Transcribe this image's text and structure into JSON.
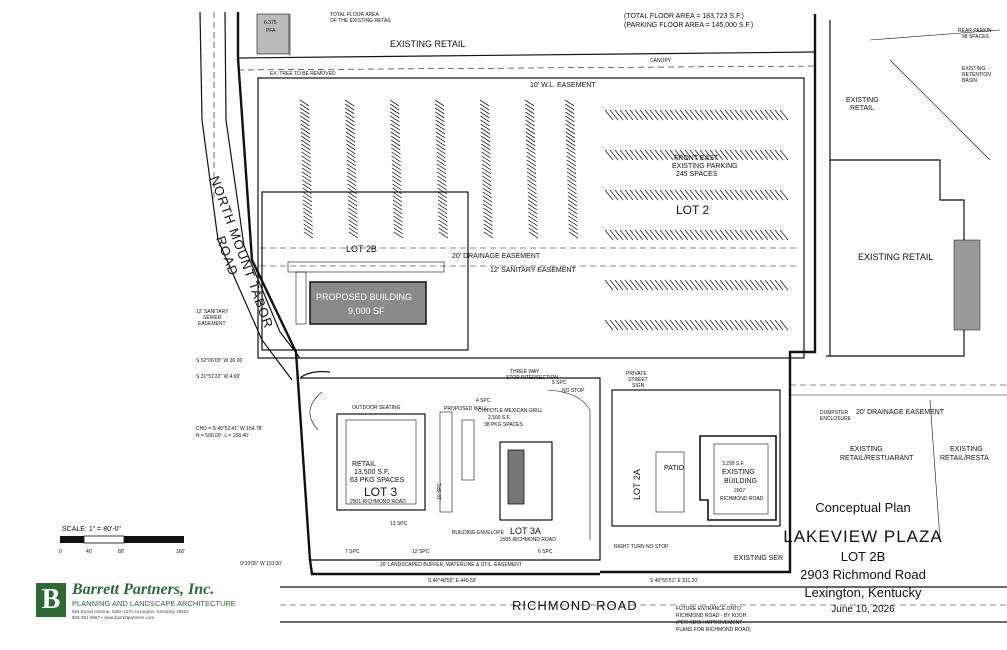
{
  "title_block": {
    "label": "Conceptual Plan",
    "project": "LAKEVIEW PLAZA",
    "lot": "LOT 2B",
    "address": "2903 Richmond Road",
    "city": "Lexington, Kentucky",
    "date": "June 10, 2026"
  },
  "firm": {
    "name": "Barrett Partners, Inc.",
    "subtitle": "PLANNING AND LANDSCAPE ARCHITECTURE",
    "address_line": "826 Euclid Avenue, Suite 1271 Lexington, Kentucky 40502",
    "contact_line": "859-381-9687 • www.barrettpartners.com",
    "initial": "B"
  },
  "scale": {
    "label": "SCALE: 1\" = 80'-0\"",
    "ticks": [
      "0",
      "40'",
      "80'",
      "160'"
    ]
  },
  "floor_area": {
    "total": "(TOTAL FLOOR AREA = 183,723 S.F.)",
    "parking": "(PARKING FLOOR AREA = 145,000 S.F.)",
    "existing_note_1": "TOTAL FLOOR AREA",
    "existing_note_2": "OF THE EXISTING RETAIL"
  },
  "roads": {
    "north_mount_tabor": [
      "NORTH MOUNT TABOR",
      "ROAD"
    ],
    "richmond": "RICHMOND ROAD"
  },
  "proposed": {
    "title": "PROPOSED BUILDING",
    "area": "9,000 SF",
    "lot_label": "LOT 2B"
  },
  "lot2": {
    "label": "LOT 2",
    "note_1": "FRONT EAST",
    "note_2": "EXISTING PARKING",
    "note_3": "245 SPACES"
  },
  "lot3": {
    "type": "RETAIL",
    "area": "13,500 S.F.",
    "spaces": "63 PKG SPACES",
    "label": "LOT 3",
    "address": "2901 RICHMOND ROAD",
    "outdoor": "OUTDOOR SEATING"
  },
  "lot3a": {
    "label": "LOT 3A",
    "address": "2905 RICHMOND ROAD",
    "tenant": "CHIPOTLE MEXICAN GRILL",
    "area": "2,500 S.F.",
    "spaces": "38 PKG SPACES",
    "envelope": "BUILDING ENVELOPE",
    "wall": "PROPOSED WALL"
  },
  "lot2a": {
    "label": "LOT 2A",
    "building_1": "EXISTING",
    "building_2": "BUILDING",
    "address": "2907",
    "road": "RICHMOND ROAD",
    "area": "3,299 S.F.",
    "patio": "PATIO"
  },
  "existing": {
    "retail_top": "EXISTING RETAIL",
    "retail_right_1": "EXISTING",
    "retail_right_2": "RETAIL",
    "retail_east": "EXISTING RETAIL",
    "retail_restaurant_1": "EXISTING",
    "retail_restaurant_2": "RETAIL/RESTUARANT",
    "retail_restaurant_3": "EXISTING",
    "retail_restaurant_4": "RETAIL/RESTA",
    "service": "EXISTING SER"
  },
  "easements": {
    "wl": "10' W.L. EASEMENT",
    "drainage": "20' DRAINAGE EASEMENT",
    "sanitary": "12' SANITARY EASEMENT",
    "drainage_east": "20' DRAINAGE EASEMENT",
    "sanitary_sewer_1": "12' SANITARY",
    "sanitary_sewer_2": "SEWER",
    "sanitary_sewer_3": "EASEMENT",
    "buffer": "20' LANDSCAPED BUFFER, WATERLINE & UTIL. EASEMENT",
    "tree": "EX. TREE TO BE REMOVED",
    "canopy": "CANOPY"
  },
  "traffic": {
    "three_way_1": "THREE WAY",
    "three_way_2": "STOP INTERSECTION",
    "no_stop": "NO STOP",
    "private_1": "PRIVATE",
    "private_2": "STREET",
    "private_3": "SIGN",
    "right_turn": "RIGHT TURN NO STOP",
    "dumpster_1": "DUMPSTER",
    "dumpster_2": "ENCLOSURE",
    "rear_1": "REAR PARKIN",
    "rear_2": "98 SPACES",
    "retention_1": "EXISTING",
    "retention_2": "RETENTION",
    "retention_3": "BASIN",
    "future_1": "FUTURE ENTRANCE ONTO",
    "future_2": "RICHMOND ROAD - BY KDOH",
    "future_3": "(PER KDOH IMPROVEMENT",
    "future_4": "PLANS FOR RICHMOND ROAD)"
  },
  "bearings": {
    "b1": "S 52°06'05\" W 36.06'",
    "b2": "S 31°51'22\" W 4.00'",
    "chord_1": "CHD = S 40°51'41\" W 154.78'",
    "chord_2": "R = 500.00', L = 158.40'",
    "b3": "S 40°48'55\" E 449.59'",
    "b4": "S 40°55'51\" E 211.20'",
    "b5": "9°10'06\" W 110.00'",
    "acres": "6.375",
    "ac_label": "PFA"
  },
  "spc": {
    "s1": "4 SPC",
    "s2": "7 SPC",
    "s3": "12 SPC",
    "s4": "13 SPC",
    "s5": "6 SPC",
    "s6": "10 SPC",
    "s7": "5 SPC"
  }
}
